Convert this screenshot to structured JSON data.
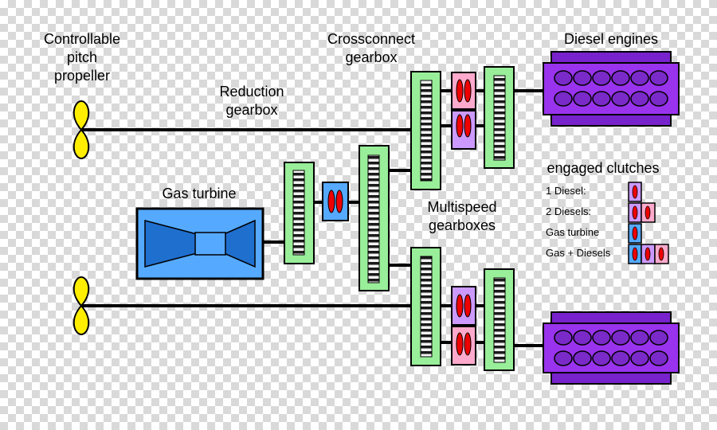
{
  "labels": {
    "propeller": [
      "Controllable",
      "pitch",
      "propeller"
    ],
    "reduction_gearbox": [
      "Reduction",
      "gearbox"
    ],
    "crossconnect_gearbox": [
      "Crossconnect",
      "gearbox"
    ],
    "diesel_engines": "Diesel engines",
    "gas_turbine": "Gas turbine",
    "multispeed_gearboxes": [
      "Multispeed",
      "gearboxes"
    ],
    "engaged_clutches": "engaged clutches"
  },
  "legend": {
    "rows": [
      {
        "label": "1 Diesel:",
        "clutches": [
          "diesel"
        ]
      },
      {
        "label": "2 Diesels:",
        "clutches": [
          "diesel",
          "diesel"
        ]
      },
      {
        "label": "Gas turbine",
        "clutches": [
          "turbine"
        ]
      },
      {
        "label": "Gas + Diesels",
        "clutches": [
          "turbine",
          "diesel",
          "diesel"
        ]
      }
    ]
  },
  "colors": {
    "gearbox_fill": "#99ee99",
    "turbine": "#55aaff",
    "diesel_engine": "#9933ee",
    "diesel_clutch": "#cc99ff",
    "clutch_off": "#ffaacc",
    "clutch_disc": "#ee0000",
    "propeller": "#ffee00",
    "shaft": "#000000"
  }
}
